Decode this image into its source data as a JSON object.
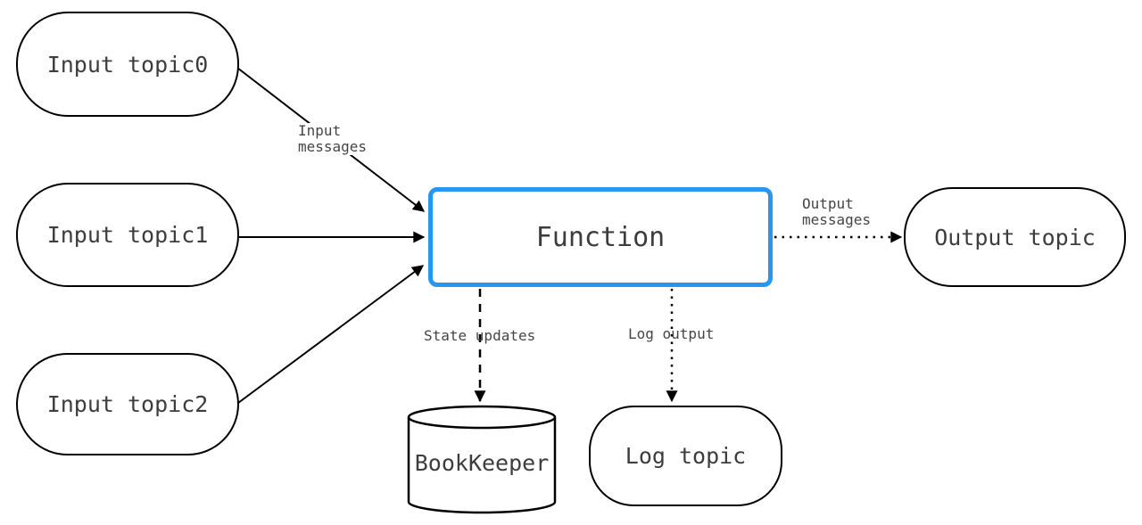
{
  "diagram": {
    "title": "function message flow diagram",
    "colors": {
      "accent_blue": "#2696f3",
      "line_black": "#000000",
      "text_gray": "#3d3d3d"
    },
    "nodes": {
      "input_topic0": {
        "label": "Input topic0",
        "shape": "stadium"
      },
      "input_topic1": {
        "label": "Input topic1",
        "shape": "stadium"
      },
      "input_topic2": {
        "label": "Input topic2",
        "shape": "stadium"
      },
      "function": {
        "label": "Function",
        "shape": "rounded-rect-blue"
      },
      "output_topic": {
        "label": "Output topic",
        "shape": "stadium"
      },
      "bookkeeper": {
        "label": "BookKeeper",
        "shape": "cylinder"
      },
      "log_topic": {
        "label": "Log topic",
        "shape": "stadium"
      }
    },
    "edge_labels": {
      "input_messages": {
        "line1": "Input",
        "line2": "messages"
      },
      "output_messages": {
        "line1": "Output",
        "line2": "messages"
      },
      "state_updates": {
        "label": "State updates"
      },
      "log_output": {
        "label": "Log output"
      }
    },
    "edges": [
      {
        "from": "input_topic0",
        "to": "function",
        "style": "solid",
        "label": "Input messages"
      },
      {
        "from": "input_topic1",
        "to": "function",
        "style": "solid",
        "label": "Input messages"
      },
      {
        "from": "input_topic2",
        "to": "function",
        "style": "solid",
        "label": "Input messages"
      },
      {
        "from": "function",
        "to": "output_topic",
        "style": "dotted",
        "label": "Output messages"
      },
      {
        "from": "function",
        "to": "bookkeeper",
        "style": "dashed",
        "label": "State updates"
      },
      {
        "from": "function",
        "to": "log_topic",
        "style": "dotted",
        "label": "Log output"
      }
    ]
  }
}
